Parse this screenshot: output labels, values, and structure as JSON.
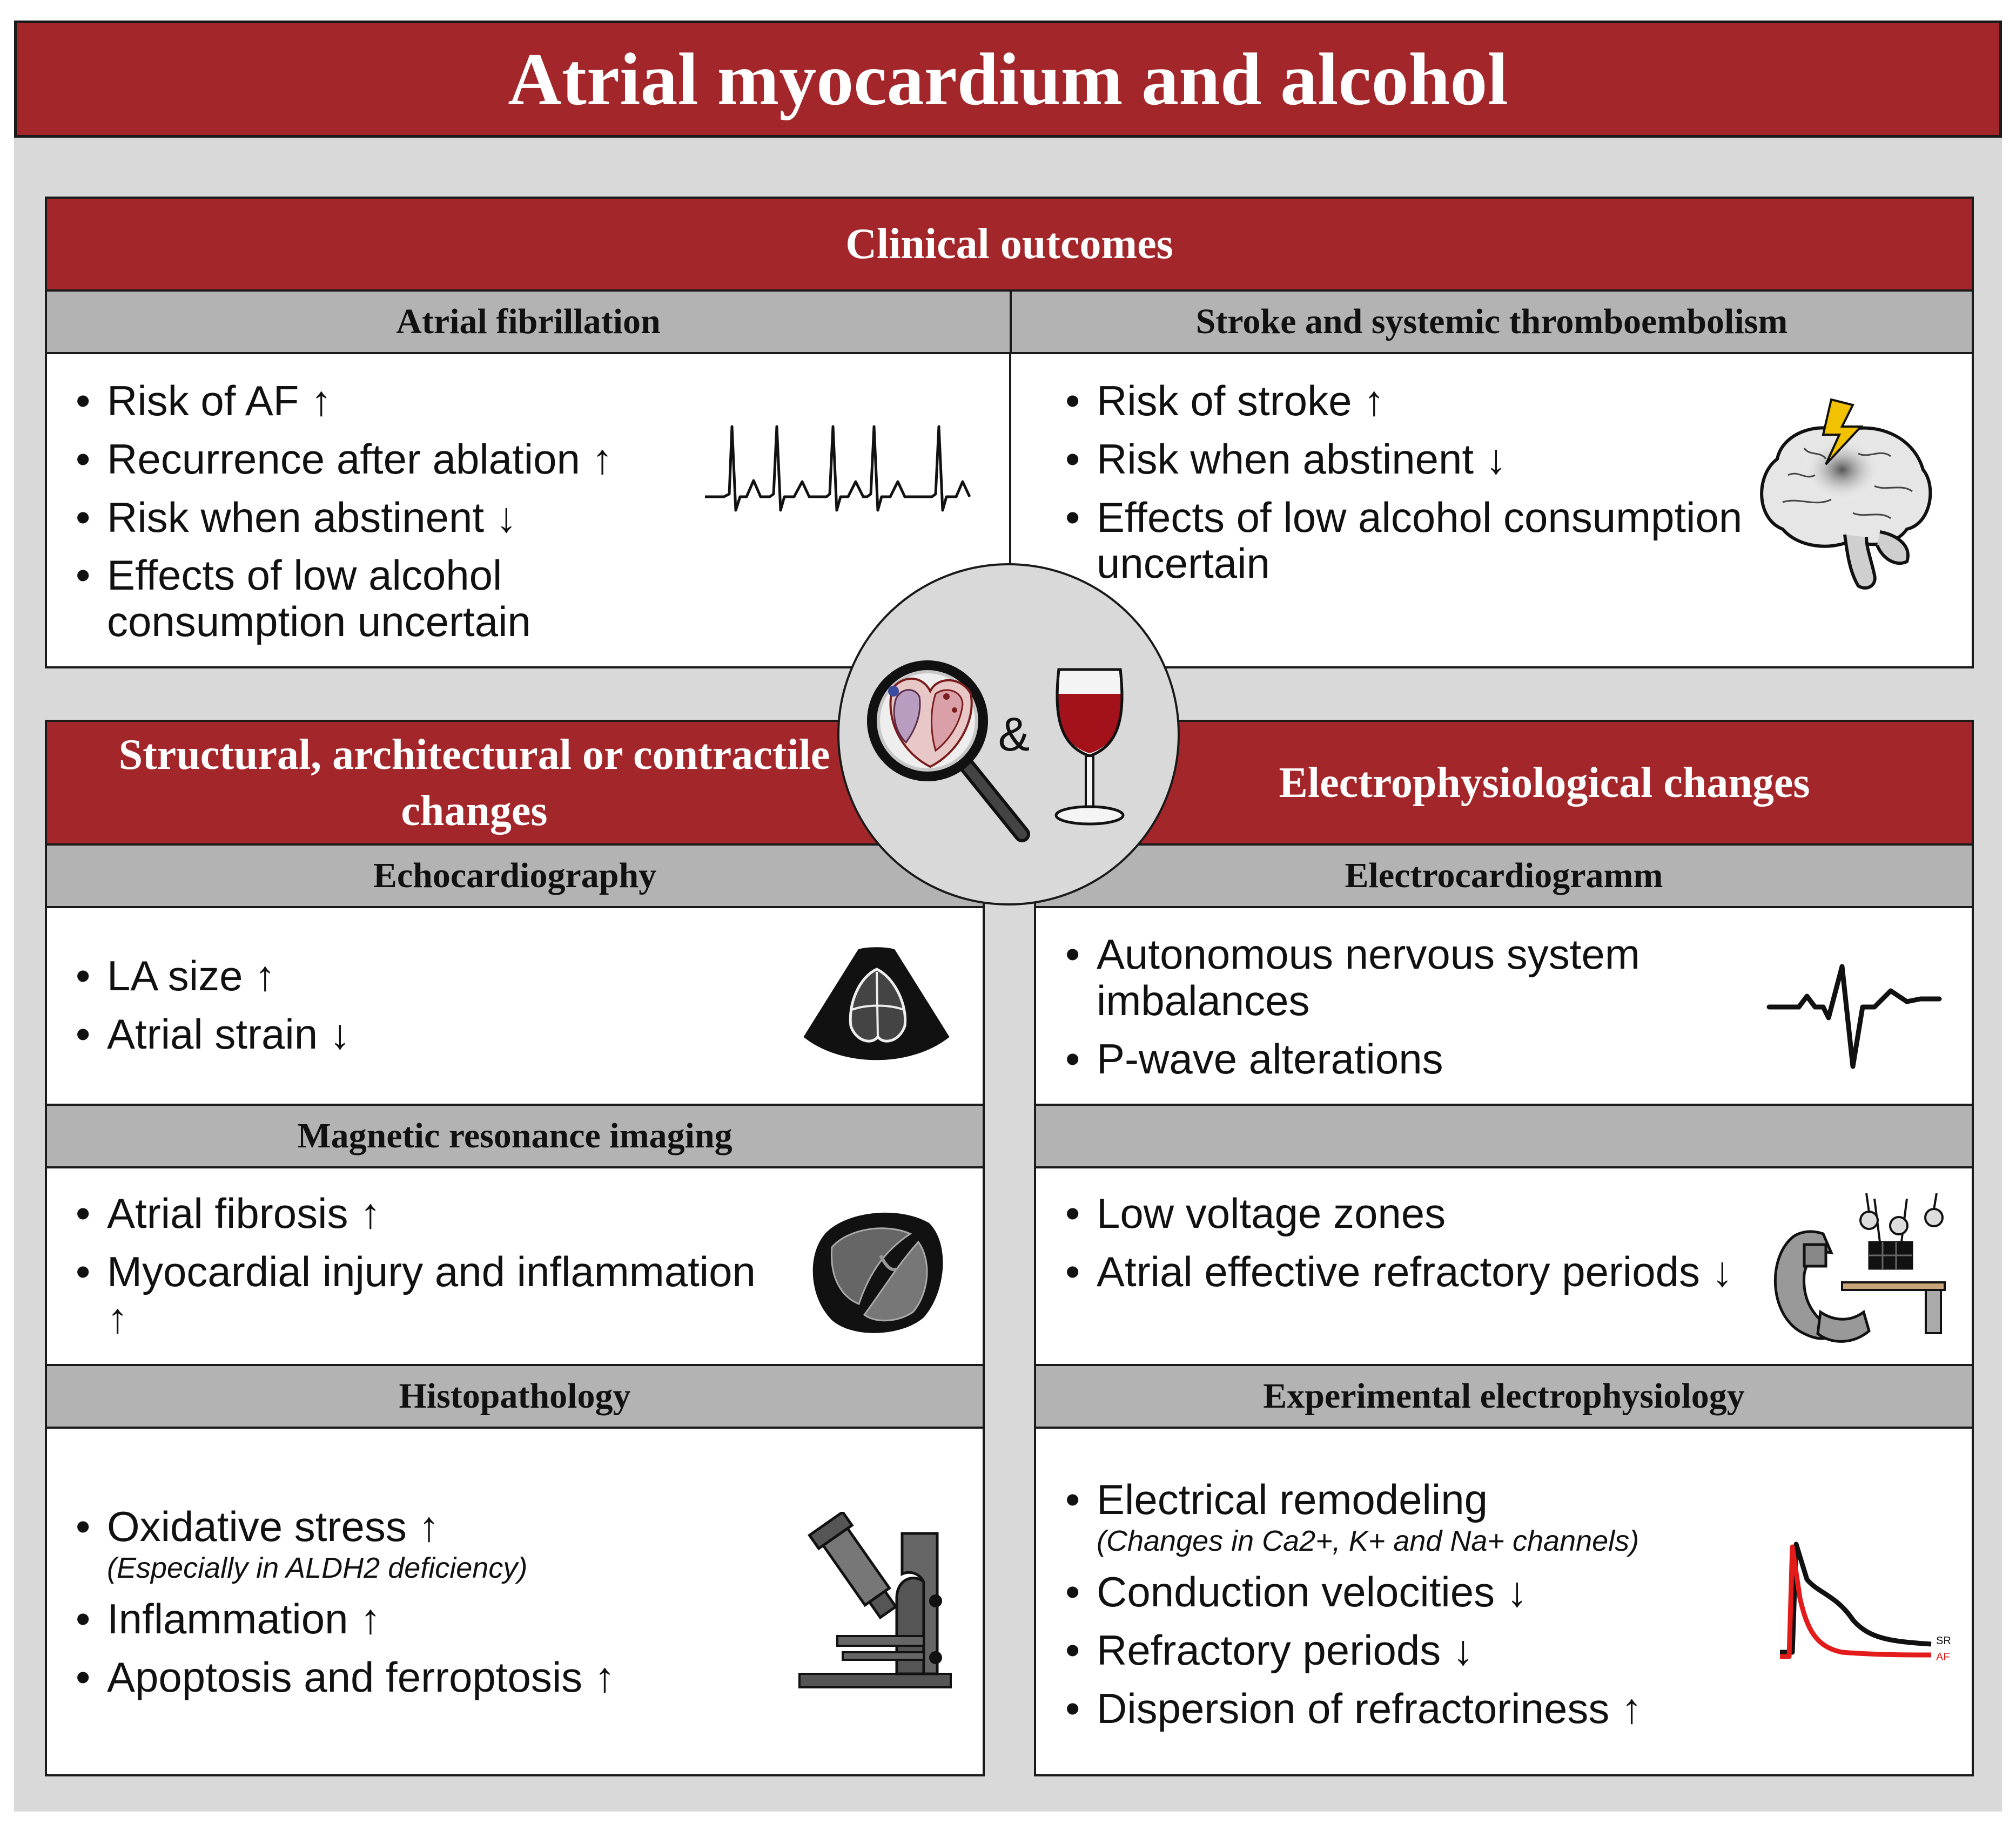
{
  "title": "Atrial myocardium and alcohol",
  "clinical": {
    "header": "Clinical outcomes",
    "af": {
      "header": "Atrial fibrillation",
      "items": [
        "Risk of AF ↑",
        "Recurrence after ablation ↑",
        "Risk when abstinent ↓",
        "Effects of low alcohol consumption uncertain"
      ],
      "icon": "ecg-strip-icon"
    },
    "stroke": {
      "header": "Stroke and systemic thromboembolism",
      "items": [
        "Risk of stroke ↑",
        "Risk when abstinent ↓",
        "Effects of low alcohol consumption uncertain"
      ],
      "icon": "brain-lightning-icon"
    }
  },
  "center": {
    "ampersand": "&",
    "icons": [
      "magnifier-heart-icon",
      "wine-glass-icon"
    ]
  },
  "structural": {
    "header": "Structural, architectural or contractile changes",
    "echo": {
      "header": "Echocardiography",
      "items": [
        "LA size ↑",
        "Atrial strain ↓"
      ],
      "icon": "echo-sector-icon"
    },
    "mri": {
      "header": "Magnetic resonance imaging",
      "items": [
        "Atrial fibrosis ↑",
        "Myocardial injury and inflammation ↑"
      ],
      "icon": "mri-heart-icon"
    },
    "histo": {
      "header": "Histopathology",
      "items": [
        {
          "text": "Oxidative stress ↑",
          "note": "(Especially in ALDH2 deficiency)"
        },
        {
          "text": "Inflammation ↑",
          "note": ""
        },
        {
          "text": "Apoptosis and ferroptosis ↑",
          "note": ""
        }
      ],
      "icon": "microscope-icon"
    }
  },
  "electro": {
    "header": "Electrophysiological changes",
    "ecg": {
      "header": "Electrocardiogramm",
      "items": [
        "Autonomous nervous system imbalances",
        "P-wave alterations"
      ],
      "icon": "ecg-beat-icon"
    },
    "mapping": {
      "header": "",
      "items": [
        "Low voltage zones",
        "Atrial effective refractory periods ↓"
      ],
      "icon": "cath-lab-icon"
    },
    "experimental": {
      "header": "Experimental electrophysiology",
      "items": [
        {
          "text": "Electrical remodeling",
          "note": "(Changes in Ca2+, K+ and Na+ channels)"
        },
        {
          "text": "Conduction velocities ↓",
          "note": ""
        },
        {
          "text": "Refractory periods ↓",
          "note": ""
        },
        {
          "text": "Dispersion of refractoriness ↑",
          "note": ""
        }
      ],
      "icon": "action-potential-icon",
      "legend": [
        "SR",
        "AF"
      ]
    }
  },
  "colors": {
    "red": "#a3262a",
    "gray": "#b3b3b3",
    "bg": "#d9d9d9",
    "ap_sr": "#111111",
    "ap_af": "#e31b1b"
  }
}
